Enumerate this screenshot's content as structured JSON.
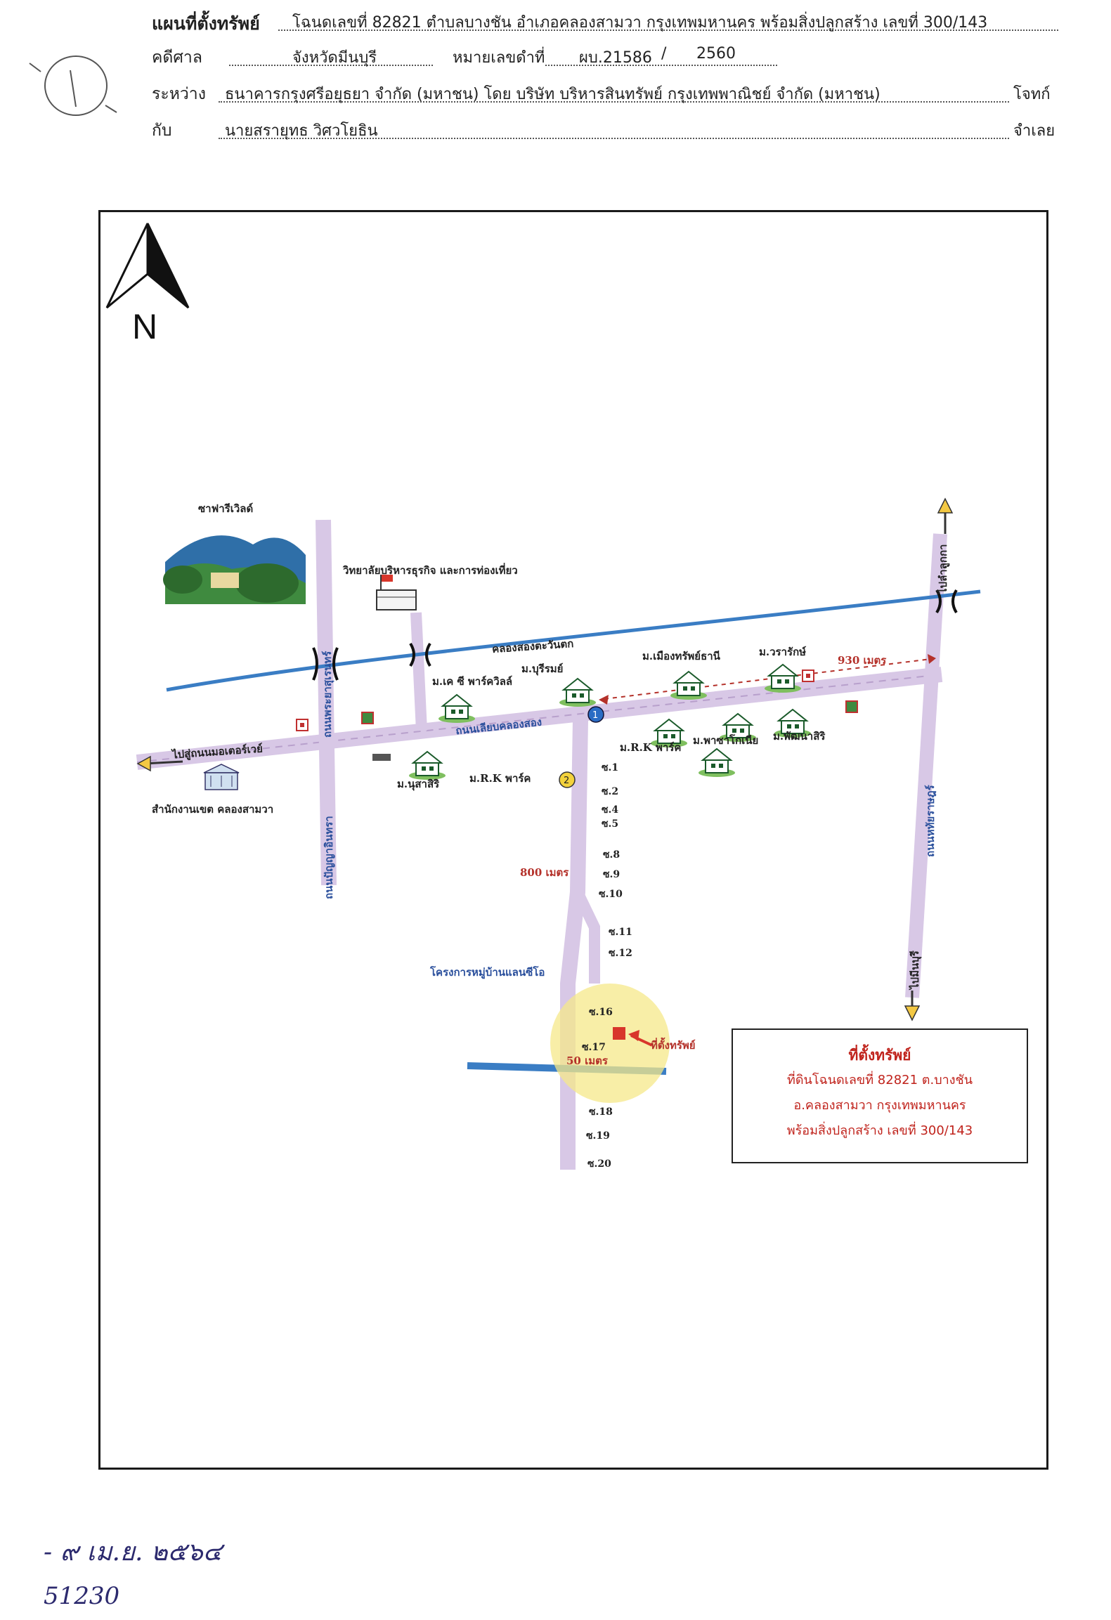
{
  "header": {
    "row1": {
      "label": "แผนที่ตั้งทรัพย์",
      "value": "โฉนดเลขที่ 82821 ตำบลบางชัน อำเภอคลองสามวา กรุงเทพมหานคร พร้อมสิ่งปลูกสร้าง เลขที่ 300/143"
    },
    "row2": {
      "label": "คดีศาล",
      "court": "จังหวัดมีนบุรี",
      "case_label": "หมายเลขดำที่",
      "case_no": "ผบ.21586",
      "case_year": "2560"
    },
    "row3": {
      "label": "ระหว่าง",
      "value": "ธนาคารกรุงศรีอยุธยา จำกัด (มหาชน) โดย บริษัท บริหารสินทรัพย์ กรุงเทพพาณิชย์ จำกัด (มหาชน)",
      "role": "โจทก์"
    },
    "row4": {
      "label": "กับ",
      "value": "นายสรายุทธ วิศวโยธิน",
      "role": "จำเลย"
    }
  },
  "map": {
    "north_label": "N",
    "places": {
      "safari": "ซาฟารีเวิลด์",
      "college": "วิทยาลัยบริหารธุรกิจ และการท่องเที่ยว",
      "canal": "คลองสองตะวันตก",
      "road_main": "ถนนเลียบคลองสอง",
      "road_left": "ถนนปัญญาอินทรา",
      "road_left2": "ถนนพระยาสุเรนทร์",
      "road_right": "ถนนหทัยราษฎร์",
      "to_left": "ไปสู่ถนนมอเตอร์เวย์",
      "to_top_right": "ไปลำลูกกา",
      "to_bottom_right": "ไปมีนบุรี",
      "district_office": "สำนักงานเขต คลองสามวา",
      "village_1": "ม.เค ซี พาร์ควิลล์",
      "village_2": "ม.บุรีรมย์",
      "village_3": "ม.เมืองทรัพย์ธานี",
      "village_4": "ม.วรารักษ์",
      "village_5": "ม.R.K พาร์ค",
      "village_6": "ม.พาซาโกเนีย",
      "village_7": "ม.พัฒนาสิริ",
      "village_8": "ม.นุสาสิริ",
      "village_9": "ม.R.K พาร์ค",
      "project": "โครงการหมู่บ้านแลนซีโอ",
      "property_pointer": "ที่ตั้งทรัพย์"
    },
    "distances": {
      "d1": "930 เมตร",
      "d2": "800 เมตร",
      "d3": "50 เมตร"
    },
    "markers": {
      "m1": "1",
      "m2": "2"
    },
    "sois": [
      "ซ.1",
      "ซ.2",
      "ซ.4",
      "ซ.5",
      "ซ.8",
      "ซ.9",
      "ซ.10",
      "ซ.11",
      "ซ.12",
      "ซ.16",
      "ซ.17",
      "ซ.18",
      "ซ.19",
      "ซ.20"
    ],
    "legend": {
      "title": "ที่ตั้งทรัพย์",
      "line1": "ที่ดินโฉนดเลขที่ 82821 ต.บางชัน",
      "line2": "อ.คลองสามวา กรุงเทพมหานคร",
      "line3": "พร้อมสิ่งปลูกสร้าง เลขที่ 300/143"
    }
  },
  "handwritten": {
    "date": "- ๙ เม.ย. ๒๕๖๔",
    "number": "51230"
  },
  "colors": {
    "canal": "#3a7dc4",
    "road": "#c9b6dc",
    "label_red": "#b4312a",
    "label_blue": "#2a4f9c",
    "legend_red": "#c0231c",
    "highlight": "#f5e88a",
    "property": "#d8362b"
  }
}
